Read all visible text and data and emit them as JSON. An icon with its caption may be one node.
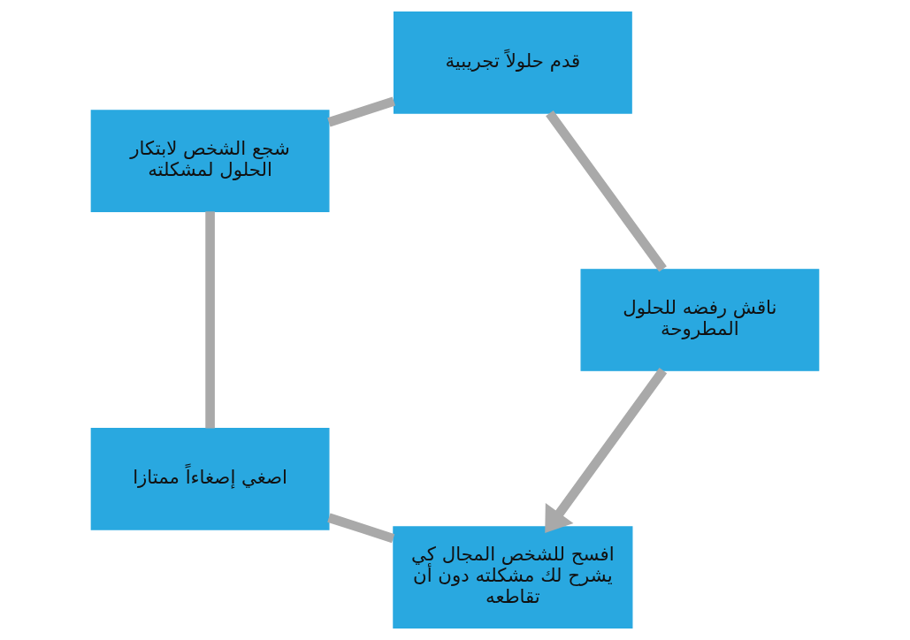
{
  "diagram": {
    "nodes": [
      {
        "text": [
          "افسح للشخص المجال كي يشرح لك مشكلته دون أن تقاطعه"
        ]
      },
      {
        "text": [
          "اصغي إصغاءاً ممتازا"
        ]
      },
      {
        "text": [
          "شجع الشخص لابتكار الحلول لمشكلته"
        ]
      },
      {
        "text": [
          "قدم حلولاً تجريبية"
        ]
      },
      {
        "text": [
          "ناقش رفضه للحلول المطروحة"
        ]
      }
    ],
    "edges": [
      {
        "from": 0,
        "to": 1,
        "arrow": "none"
      },
      {
        "from": 1,
        "to": 2,
        "arrow": "none"
      },
      {
        "from": 2,
        "to": 3,
        "arrow": "none"
      },
      {
        "from": 3,
        "to": 4,
        "arrow": "none"
      },
      {
        "from": 4,
        "to": 0,
        "arrow": "to"
      }
    ]
  }
}
